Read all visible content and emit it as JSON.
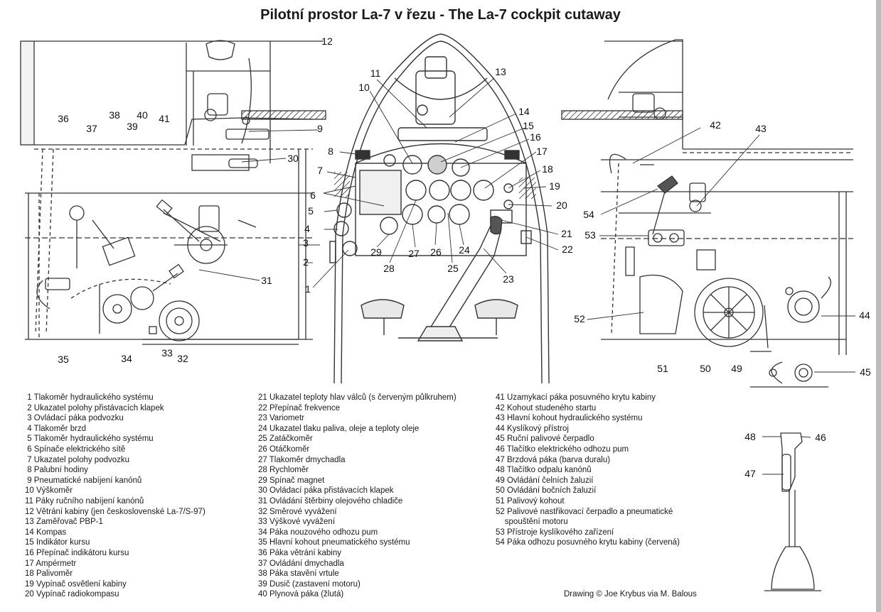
{
  "title": "Pilotní prostor La-7 v řezu - The La-7 cockpit cutaway",
  "credit": "Drawing © Joe Krybus via M. Balous",
  "callouts": [
    "1",
    "2",
    "3",
    "4",
    "5",
    "6",
    "7",
    "8",
    "9",
    "10",
    "11",
    "12",
    "13",
    "14",
    "15",
    "16",
    "17",
    "18",
    "19",
    "20",
    "21",
    "22",
    "23",
    "24",
    "25",
    "26",
    "27",
    "28",
    "29",
    "30",
    "31",
    "32",
    "33",
    "34",
    "35",
    "36",
    "37",
    "38",
    "39",
    "40",
    "41",
    "42",
    "43",
    "44",
    "45",
    "46",
    "47",
    "48",
    "49",
    "50",
    "51",
    "52",
    "53",
    "54"
  ],
  "legend": {
    "col1": [
      " 1 Tlakoměr hydraulického systému",
      " 2 Ukazatel polohy přistávacích klapek",
      " 3 Ovládací páka podvozku",
      " 4 Tlakoměr brzd",
      " 5 Tlakoměr hydraulického systému",
      " 6 Spínače elektrického sítě",
      " 7 Ukazatel polohy podvozku",
      " 8 Palubní hodiny",
      " 9 Pneumatické nabíjení kanónů",
      "10 Výškoměr",
      "11 Páky ručního nabíjení kanónů",
      "12 Větrání kabiny (jen československé La-7/S-97)",
      "13 Zaměřovač PBP-1",
      "14 Kompas",
      "15 Indikátor kursu",
      "16 Přepínač indikátoru kursu",
      "17 Ampérmetr",
      "18 Palivoměr",
      "19 Vypínač osvětlení kabiny",
      "20 Vypínač radiokompasu"
    ],
    "col2": [
      "21 Ukazatel teploty hlav válců (s červeným půlkruhem)",
      "22 Přepínač frekvence",
      "23 Variometr",
      "24 Ukazatel tlaku paliva, oleje a teploty oleje",
      "25 Zatáčkoměr",
      "26 Otáčkoměr",
      "27 Tlakoměr dmychadla",
      "28 Rychloměr",
      "29 Spínač magnet",
      "30 Ovládací páka přistávacích klapek",
      "31 Ovládání štěrbiny olejového chladiče",
      "32 Směrové vyvážení",
      "33 Výškové vyvážení",
      "34 Páka nouzového odhozu pum",
      "35 Hlavní kohout pneumatického systému",
      "36 Páka větrání kabiny",
      "37 Ovládání dmychadla",
      "38 Páka stavění vrtule",
      "39 Dusič (zastavení motoru)",
      "40 Plynová páka (žlutá)"
    ],
    "col3": [
      "41 Uzamykací páka posuvného krytu kabiny",
      "42 Kohout studeného startu",
      "43 Hlavní kohout hydraulického systému",
      "44 Kyslíkový přístroj",
      "45 Ruční palivové čerpadlo",
      "46 Tlačítko elektrického odhozu pum",
      "47 Brzdová páka (barva duralu)",
      "48 Tlačítko odpalu kanónů",
      "49 Ovládání čelních žaluzií",
      "50 Ovládání bočních žaluzií",
      "51 Palivový kohout",
      "52 Palivové nastřikovací čerpadlo a pneumatické",
      "    spouštění motoru",
      "53 Přístroje kyslíkového zařízení",
      "54 Páka odhozu posuvného krytu kabiny (červená)"
    ]
  }
}
